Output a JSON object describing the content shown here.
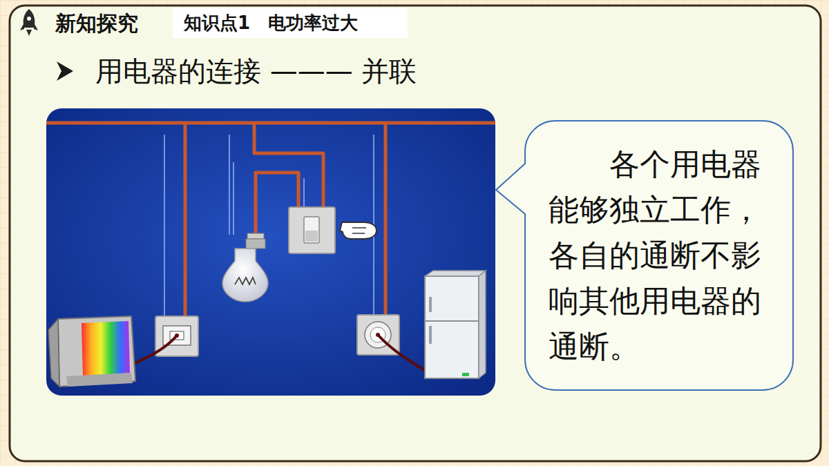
{
  "diagram": {
    "title": "用电器的连接 ——— 并联",
    "nodes": [
      {
        "text": [
          "知识点1　电功率过大"
        ]
      },
      {
        "text": [
          "各个用电器能够独立工作，各自的通断不影响其他用电器的通断。"
        ]
      }
    ],
    "labels": [
      "新知探究"
    ]
  }
}
